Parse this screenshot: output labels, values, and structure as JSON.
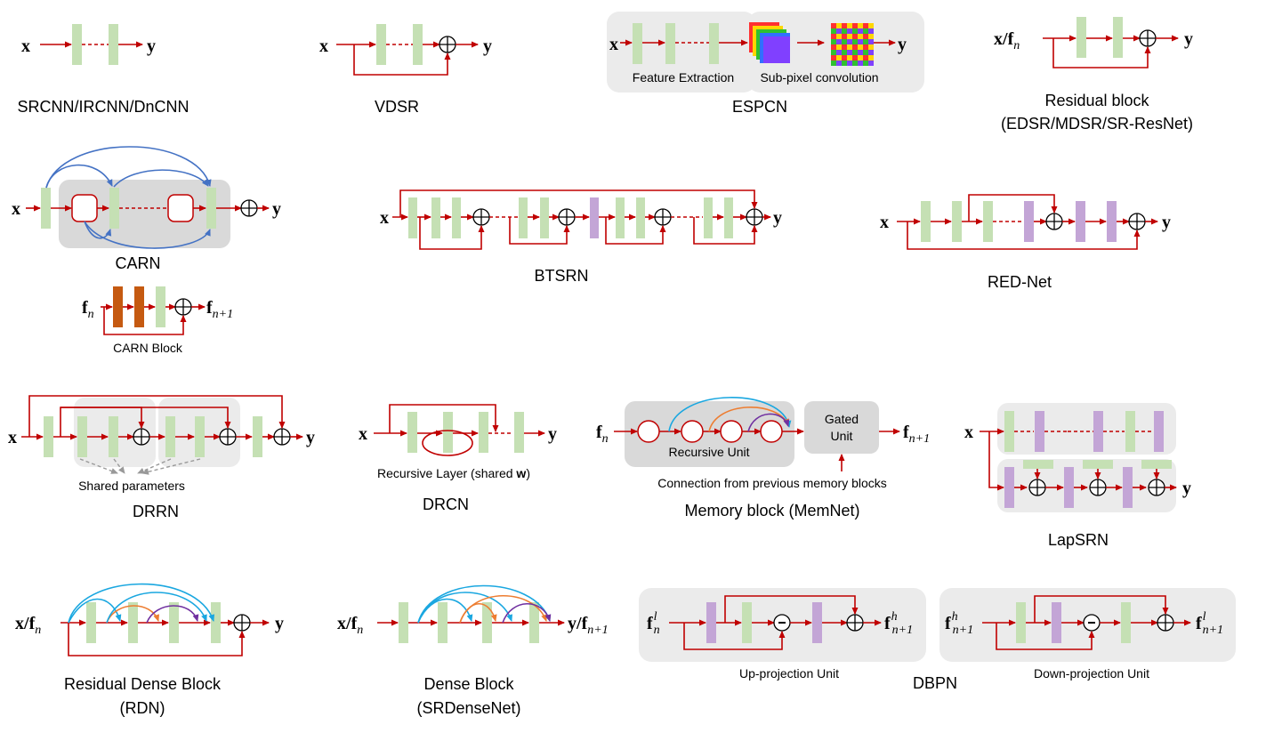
{
  "captions": {
    "srcnn": "SRCNN/IRCNN/DnCNN",
    "vdsr": "VDSR",
    "espcn": "ESPCN",
    "residual_1": "Residual block",
    "residual_2": "(EDSR/MDSR/SR-ResNet)",
    "carn": "CARN",
    "btsrn": "BTSRN",
    "rednet": "RED-Net",
    "drrn": "DRRN",
    "drcn": "DRCN",
    "memnet": "Memory block (MemNet)",
    "lapsrn": "LapSRN",
    "rdn_1": "Residual Dense Block",
    "rdn_2": "(RDN)",
    "dense_1": "Dense Block",
    "dense_2": "(SRDenseNet)",
    "dbpn": "DBPN"
  },
  "labels": {
    "feature_extraction": "Feature Extraction",
    "subpixel": "Sub-pixel convolution",
    "carn_block": "CARN Block",
    "shared_params": "Shared parameters",
    "recursive_layer": "Recursive Layer (shared ",
    "recursive_w": "w",
    "recursive_close": ")",
    "recursive_unit": "Recursive Unit",
    "gated_1": "Gated",
    "gated_2": "Unit",
    "connection_prev": "Connection from previous memory blocks",
    "up_projection": "Up-projection Unit",
    "down_projection": "Down-projection Unit"
  },
  "symbols": {
    "x": "x",
    "y": "y",
    "x_over": "x/",
    "f": "f",
    "y_over": "y/",
    "n": "n",
    "n_plus_1": "n+1",
    "l": "l",
    "h": "h",
    "minus": "-"
  },
  "colors": {
    "conv_green": "#c5e0b4",
    "deconv_purple": "#c3a5d6",
    "carn_orange": "#c55a11",
    "arrow_red": "#c00000",
    "skip_blue": "#4472c4",
    "dense_cyan": "#1aa7e0",
    "dense_orange": "#ed7d31",
    "dense_purple": "#7030a0",
    "panel_gray": "#ebebeb"
  },
  "icons": {
    "sum": "circled-plus-icon",
    "difference": "circled-minus-icon",
    "subpixel_tensor": "feature-map-stack-icon",
    "shuffled_grid": "pixel-shuffle-grid-icon"
  }
}
